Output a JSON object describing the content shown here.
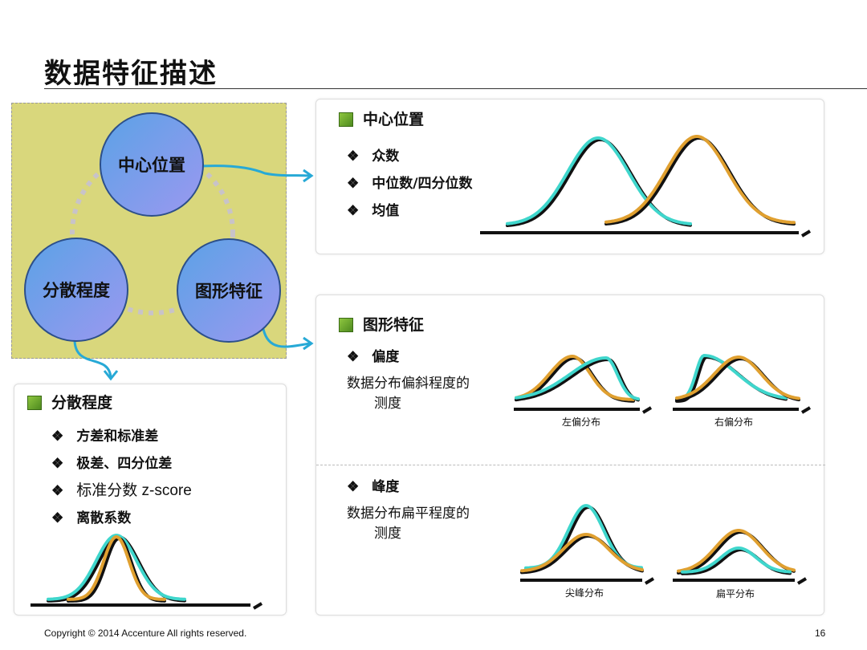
{
  "title": "数据特征描述",
  "diagram": {
    "nodes": [
      "中心位置",
      "分散程度",
      "图形特征"
    ]
  },
  "center_panel": {
    "heading": "中心位置",
    "items": [
      "众数",
      "中位数/四分位数",
      "均值"
    ]
  },
  "shape_panel": {
    "heading": "图形特征",
    "skew": {
      "bullet": "偏度",
      "desc_line1": "数据分布偏斜程度的",
      "desc_line2": "测度",
      "captions": [
        "左偏分布",
        "右偏分布"
      ]
    },
    "kurtosis": {
      "bullet": "峰度",
      "desc_line1": "数据分布扁平程度的",
      "desc_line2": "测度",
      "captions": [
        "尖峰分布",
        "扁平分布"
      ]
    }
  },
  "dispersion_panel": {
    "heading": "分散程度",
    "items": [
      "方差和标准差",
      "极差、四分位差",
      "标准分数 z-score",
      "离散系数"
    ]
  },
  "footer": {
    "copyright": "Copyright © 2014  Accenture  All rights reserved.",
    "page": "16"
  },
  "colors": {
    "cyan": "#3fd6cc",
    "orange": "#e0a030",
    "black": "#111111",
    "circle": "#6fa0ea",
    "background_box": "#d9d77c",
    "arrow": "#27a9d6"
  }
}
